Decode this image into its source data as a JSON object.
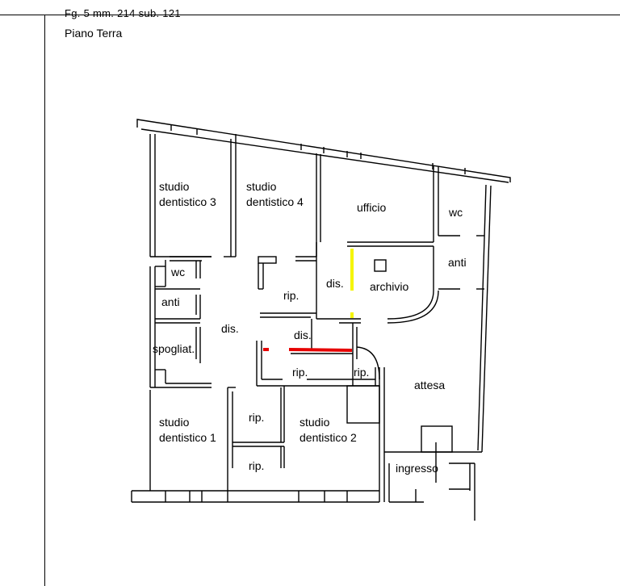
{
  "document": {
    "header_partial": "Fg. 5 mm. 214 sub. 121",
    "floor_title": "Piano Terra"
  },
  "rooms": {
    "studio3": [
      "studio",
      "dentistico 3"
    ],
    "studio4": [
      "studio",
      "dentistico 4"
    ],
    "ufficio": "ufficio",
    "wc_right": "wc",
    "anti_right": "anti",
    "wc_left": "wc",
    "anti_left": "anti",
    "spogliat": "spogliat.",
    "dis_main": "dis.",
    "rip_upper": "rip.",
    "dis_archivio": "dis.",
    "archivio": "archivio",
    "dis_mid": "dis.",
    "rip_mid": "rip.",
    "rip_small": "rip.",
    "attesa": "attesa",
    "studio1": [
      "studio",
      "dentistico 1"
    ],
    "rip_left1": "rip.",
    "rip_left2": "rip.",
    "studio2": [
      "studio",
      "dentistico 2"
    ],
    "ingresso": "ingresso"
  },
  "colors": {
    "line": "#000000",
    "highlight_yellow": "#f5f500",
    "highlight_red": "#e60000"
  }
}
